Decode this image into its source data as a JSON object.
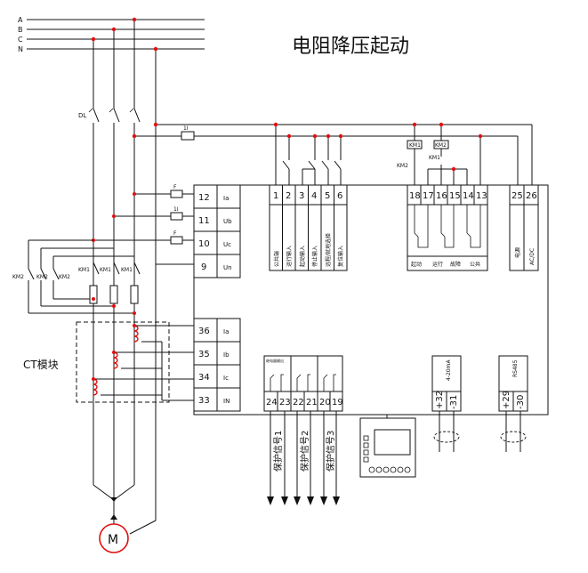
{
  "title": "电阻降压起动",
  "bus_labels": [
    "A",
    "B",
    "C",
    "N"
  ],
  "dl_label": "DL",
  "fuse_labels": [
    "1I",
    "F",
    "1I",
    "F"
  ],
  "left_terminals": {
    "upper": [
      {
        "num": "12",
        "sig": "Ia"
      },
      {
        "num": "11",
        "sig": "Ub"
      },
      {
        "num": "10",
        "sig": "Uc"
      },
      {
        "num": "9",
        "sig": "Un"
      }
    ],
    "lower": [
      {
        "num": "36",
        "sig": "Ia"
      },
      {
        "num": "35",
        "sig": "Ib"
      },
      {
        "num": "34",
        "sig": "Ic"
      },
      {
        "num": "33",
        "sig": "IN"
      }
    ]
  },
  "ct_label": "CT模块",
  "km_labels": {
    "km2": "KM2",
    "km1": "KM1"
  },
  "input_terminals": [
    "1",
    "2",
    "3",
    "4",
    "5",
    "6"
  ],
  "input_captions": [
    "公共端",
    "运行输入",
    "起动输入",
    "停止输入",
    "远程/就地选择",
    "复位输入"
  ],
  "contact_terminals": [
    "18",
    "17",
    "16",
    "15",
    "14",
    "13"
  ],
  "contact_captions": [
    "起动",
    "运行",
    "故障",
    "公共"
  ],
  "power_terminals": [
    "25",
    "26"
  ],
  "power_captions": [
    "电源",
    "AC/DC"
  ],
  "relay_terminals": [
    "24",
    "23",
    "22",
    "21",
    "20",
    "19"
  ],
  "relay_header": "继电器输出",
  "protect_labels": [
    "保护信号1",
    "保护信号2",
    "保护信号3"
  ],
  "analog_terminals": [
    "+32",
    "-31"
  ],
  "analog_caption": "4-20mA",
  "comm_terminals": [
    "+29",
    "-30"
  ],
  "comm_caption": "RS485",
  "motor_label": "M"
}
